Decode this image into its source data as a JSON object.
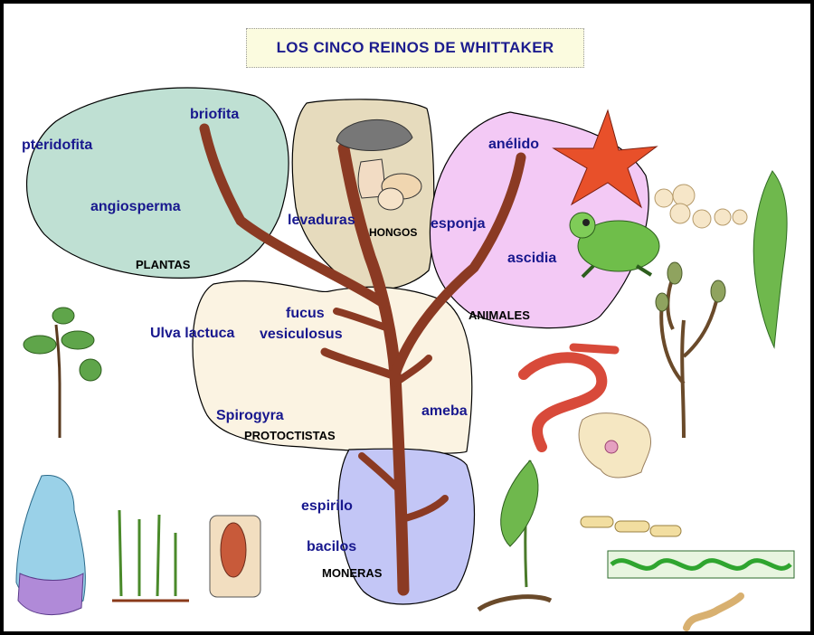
{
  "title": "LOS CINCO REINOS  DE  WHITTAKER",
  "kingdoms": {
    "plantas": "PLANTAS",
    "hongos": "HONGOS",
    "animales": "ANIMALES",
    "protoctistas": "PROTOCTISTAS",
    "moneras": "MONERAS"
  },
  "organisms": {
    "briofita": "briofita",
    "pteridofita": "pteridofita",
    "angiosperma": "angiosperma",
    "levaduras": "levaduras",
    "anelido": "anélido",
    "esponja": "esponja",
    "ascidia": "ascidia",
    "fucus": "fucus",
    "vesiculosus": "vesiculosus",
    "ulva": "Ulva lactuca",
    "spirogyra": "Spirogyra",
    "ameba": "ameba",
    "espirilo": "espirilo",
    "bacilos": "bacilos"
  },
  "colors": {
    "plantas": "#bfe0d3",
    "hongos": "#e6dbbd",
    "animales": "#f3c9f5",
    "protoctistas": "#fbf3e2",
    "moneras": "#c3c6f6",
    "trunk": "#8b3a23",
    "label": "#18188e"
  }
}
